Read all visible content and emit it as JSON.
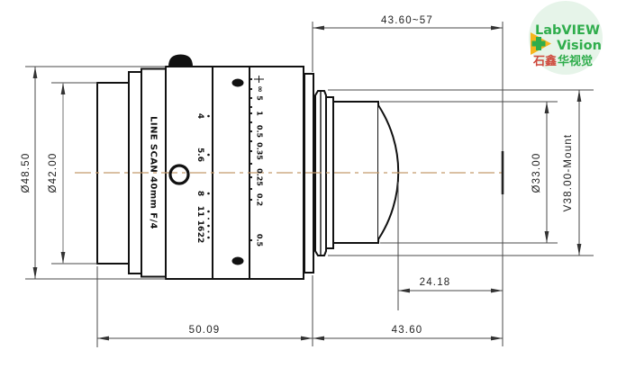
{
  "drawing": {
    "type": "lens dimension drawing"
  },
  "lens": {
    "label": "LINE SCAN 40mm F/4",
    "aperture_scale": [
      "4",
      "5.6",
      "8",
      "11",
      "16",
      "22"
    ],
    "focus_scale": [
      "∞",
      "5",
      "1",
      "0.5",
      "0.35",
      "0.25",
      "0.2",
      "0.5"
    ]
  },
  "dimensions": {
    "outer_diameter": "Ø48.50",
    "rear_diameter": "Ø42.00",
    "front_diameter": "Ø33.00",
    "mount": "V38.00-Mount",
    "focus_range": "43.60~57",
    "front_vertex_distance": "24.18",
    "body_length": "50.09",
    "flange_section": "43.60"
  },
  "logo": {
    "line1": "LabVIEW",
    "line2": "Vision",
    "cn_left": "石鑫",
    "cn_right": "华视觉"
  },
  "colors": {
    "accent_green": "#2fad4c",
    "accent_yellow": "#f6b51d",
    "accent_red": "#cf4a3e",
    "centerline": "#c49a6c",
    "logo_bg": "#e6f4e9"
  }
}
